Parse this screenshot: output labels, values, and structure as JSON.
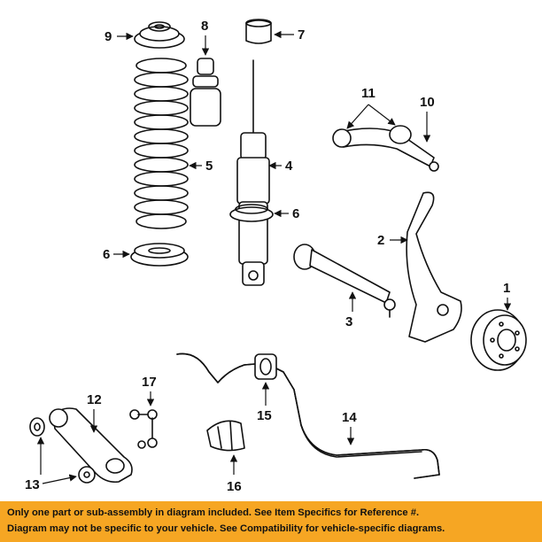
{
  "callouts": {
    "c1": "1",
    "c2": "2",
    "c3": "3",
    "c4": "4",
    "c5": "5",
    "c6a": "6",
    "c6b": "6",
    "c7": "7",
    "c8": "8",
    "c9": "9",
    "c10": "10",
    "c11": "11",
    "c12": "12",
    "c13": "13",
    "c14": "14",
    "c15": "15",
    "c16": "16",
    "c17": "17"
  },
  "footer": {
    "line1": "Only one part or sub-assembly in diagram included. See Item Specifics for Reference #.",
    "line2": "Diagram may not be specific to your vehicle. See Compatibility for vehicle-specific diagrams."
  },
  "colors": {
    "banner": "#f6a623",
    "ink": "#111111"
  }
}
